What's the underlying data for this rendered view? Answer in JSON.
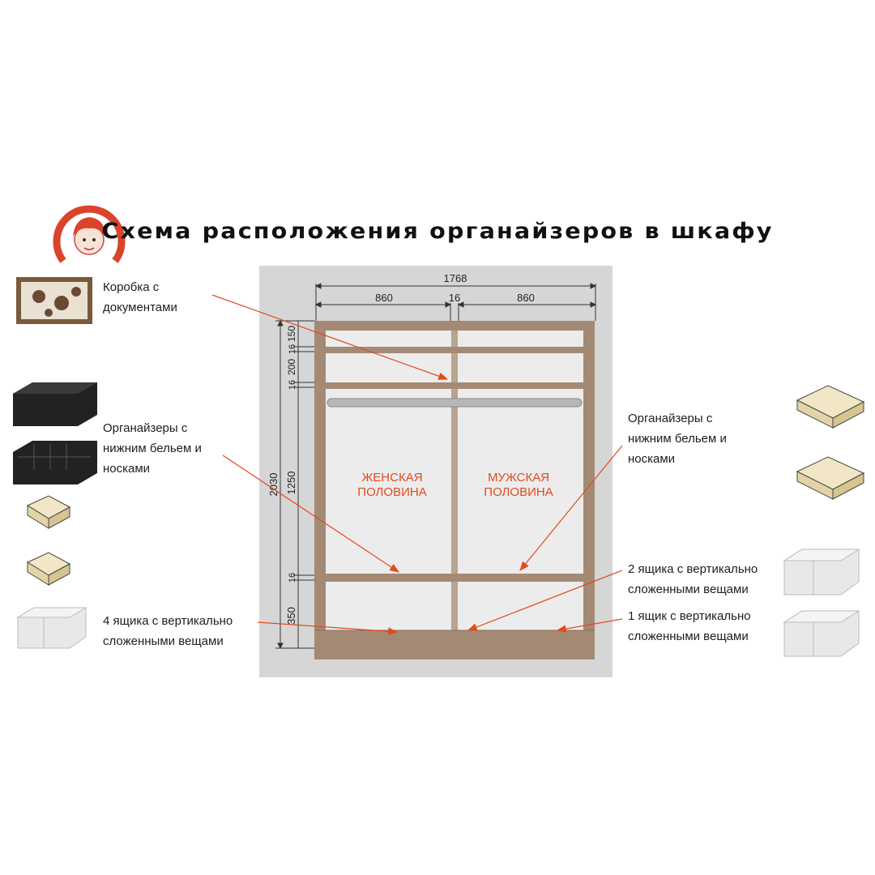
{
  "title": "Схема расположения органайзеров в шкафу",
  "dimensions": {
    "total_width": "1768",
    "left_width": "860",
    "divider": "16",
    "right_width": "860",
    "total_height": "2030",
    "h_150": "150",
    "h_16a": "16",
    "h_200": "200",
    "h_16b": "16",
    "h_1250": "1250",
    "h_16c": "16",
    "h_350": "350"
  },
  "sections": {
    "left_text": "ЖЕНСКАЯ\nПОЛОВИНА",
    "right_text": "МУЖСКАЯ\nПОЛОВИНА"
  },
  "labels": {
    "doc_box": "Коробка с\nдокументами",
    "underwear_left": "Органайзеры с\nнижним бельем и\nносками",
    "underwear_right": "Органайзеры с\nнижним бельем и\nносками",
    "four_boxes": "4 ящика с вертикально\nсложенными вещами",
    "two_boxes": "2 ящика с вертикально\nсложенными вещами",
    "one_box": "1 ящик с вертикально\nсложенными вещами"
  },
  "colors": {
    "wood": "#a48a74",
    "wood_dark": "#8a7260",
    "panel_bg": "#d6d6d6",
    "arrow": "#e04b1e",
    "section_text": "#e04b1e"
  }
}
